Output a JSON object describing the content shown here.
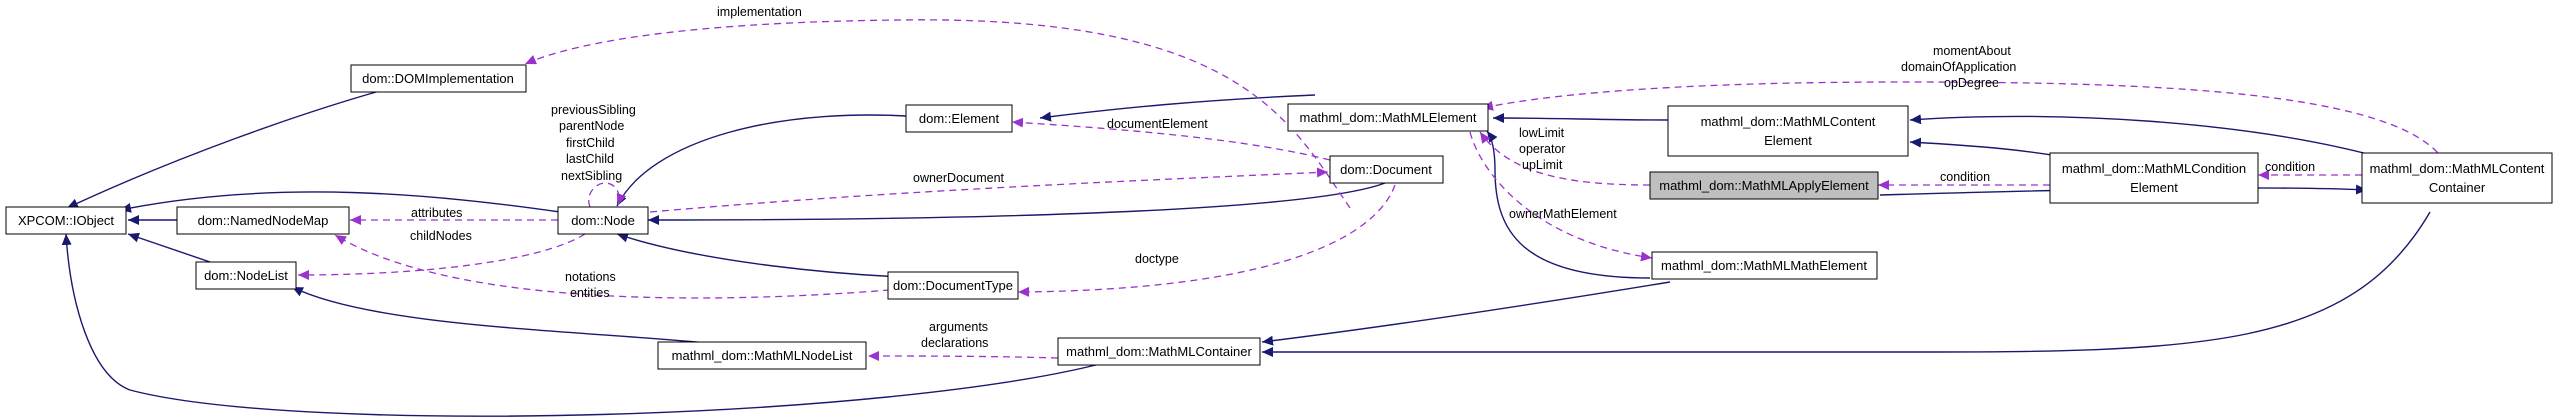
{
  "diagram": {
    "colors": {
      "inheritance_edge": "#191970",
      "usage_edge": "#9a32cd",
      "node_border": "#000000",
      "highlight_fill": "#bfbfbf"
    },
    "nodes": {
      "xpcom_iobject": {
        "label": "XPCOM::IObject"
      },
      "dom_domimplementation": {
        "label": "dom::DOMImplementation"
      },
      "dom_namednodemap": {
        "label": "dom::NamedNodeMap"
      },
      "dom_nodelist": {
        "label": "dom::NodeList"
      },
      "dom_node": {
        "label": "dom::Node"
      },
      "dom_element": {
        "label": "dom::Element"
      },
      "dom_document": {
        "label": "dom::Document"
      },
      "dom_documenttype": {
        "label": "dom::DocumentType"
      },
      "mathml_nodelist": {
        "label": "mathml_dom::MathMLNodeList"
      },
      "mathml_container": {
        "label": "mathml_dom::MathMLContainer"
      },
      "mathml_element": {
        "label": "mathml_dom::MathMLElement"
      },
      "mathml_content_element": {
        "lines": [
          "mathml_dom::MathMLContent",
          "Element"
        ]
      },
      "mathml_apply_element": {
        "label": "mathml_dom::MathMLApplyElement"
      },
      "mathml_condition_element": {
        "lines": [
          "mathml_dom::MathMLCondition",
          "Element"
        ]
      },
      "mathml_content_container": {
        "lines": [
          "mathml_dom::MathMLContent",
          "Container"
        ]
      },
      "mathml_math_element": {
        "label": "mathml_dom::MathMLMathElement"
      }
    },
    "edge_labels": {
      "implementation": "implementation",
      "node_self": [
        "previousSibling",
        "parentNode",
        "firstChild",
        "lastChild",
        "nextSibling"
      ],
      "attributes": "attributes",
      "childnodes": "childNodes",
      "ownerdocument": "ownerDocument",
      "documentelement": "documentElement",
      "notations_entities": [
        "notations",
        "entities"
      ],
      "doctype": "doctype",
      "arguments_declarations": [
        "arguments",
        "declarations"
      ],
      "moment_domain_opdegree": [
        "momentAbout",
        "domainOfApplication",
        "opDegree"
      ],
      "lowlimit_operator_uplimit": [
        "lowLimit",
        "operator",
        "upLimit"
      ],
      "condition_apply": "condition",
      "condition_container": "condition",
      "ownermathelement": "ownerMathElement"
    }
  }
}
